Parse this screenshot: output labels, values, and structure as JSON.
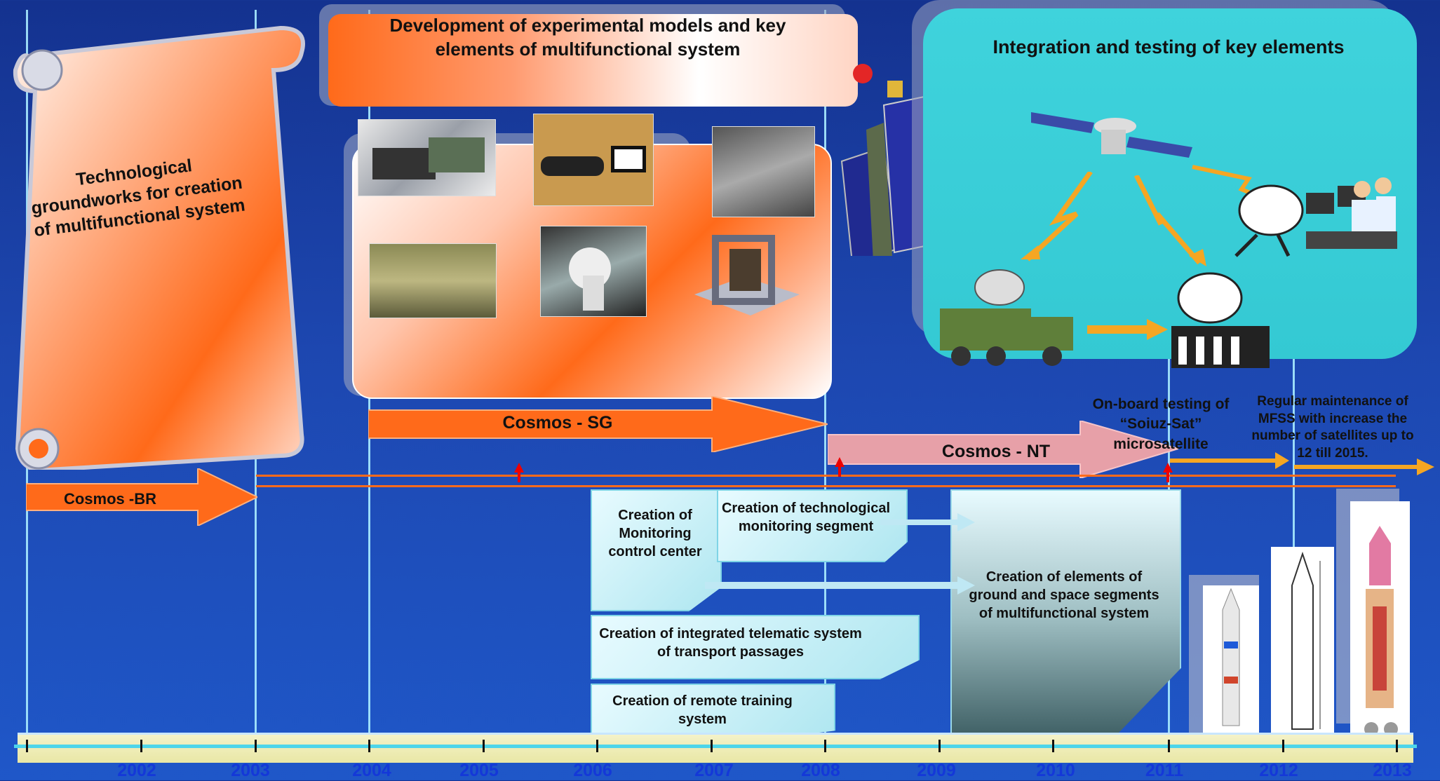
{
  "phases": {
    "groundworks": "Technological groundworks for creation of multifunctional  system",
    "development": "Development of experimental models and key elements of multifunctional system",
    "integration": "Integration and testing  of key elements"
  },
  "programs": {
    "cosmos_br": "Cosmos -BR",
    "cosmos_sg": "Cosmos - SG",
    "cosmos_nt": "Cosmos - NT"
  },
  "tasks": {
    "monitoring_control": "Creation of Monitoring control center",
    "tech_monitoring": "Creation of technological monitoring segment",
    "telematic": "Creation of integrated telematic system of transport passages",
    "remote_training": "Creation of remote training system",
    "ground_space": "Creation of elements of ground and space segments of multifunctional system"
  },
  "notes": {
    "soiuz_sat": "On-board testing of “Soiuz-Sat” microsatellite",
    "regular": "Regular  maintenance of MFSS with increase the number of satellites  up  to 12 till 2015."
  },
  "timeline": {
    "years": [
      "2002",
      "2003",
      "2004",
      "2005",
      "2006",
      "2007",
      "2008",
      "2009",
      "2010",
      "2011",
      "2012",
      "2013"
    ]
  },
  "colors": {
    "orange": "#ff6a1a",
    "cyan": "#3fd3dc",
    "pink": "#e7a0a8",
    "light_blue": "#aee6f0"
  },
  "icons": [
    "satellite-icon",
    "antenna-truck-icon",
    "ground-station-icon",
    "operators-icon",
    "rocket-icon",
    "lightning-icon"
  ]
}
